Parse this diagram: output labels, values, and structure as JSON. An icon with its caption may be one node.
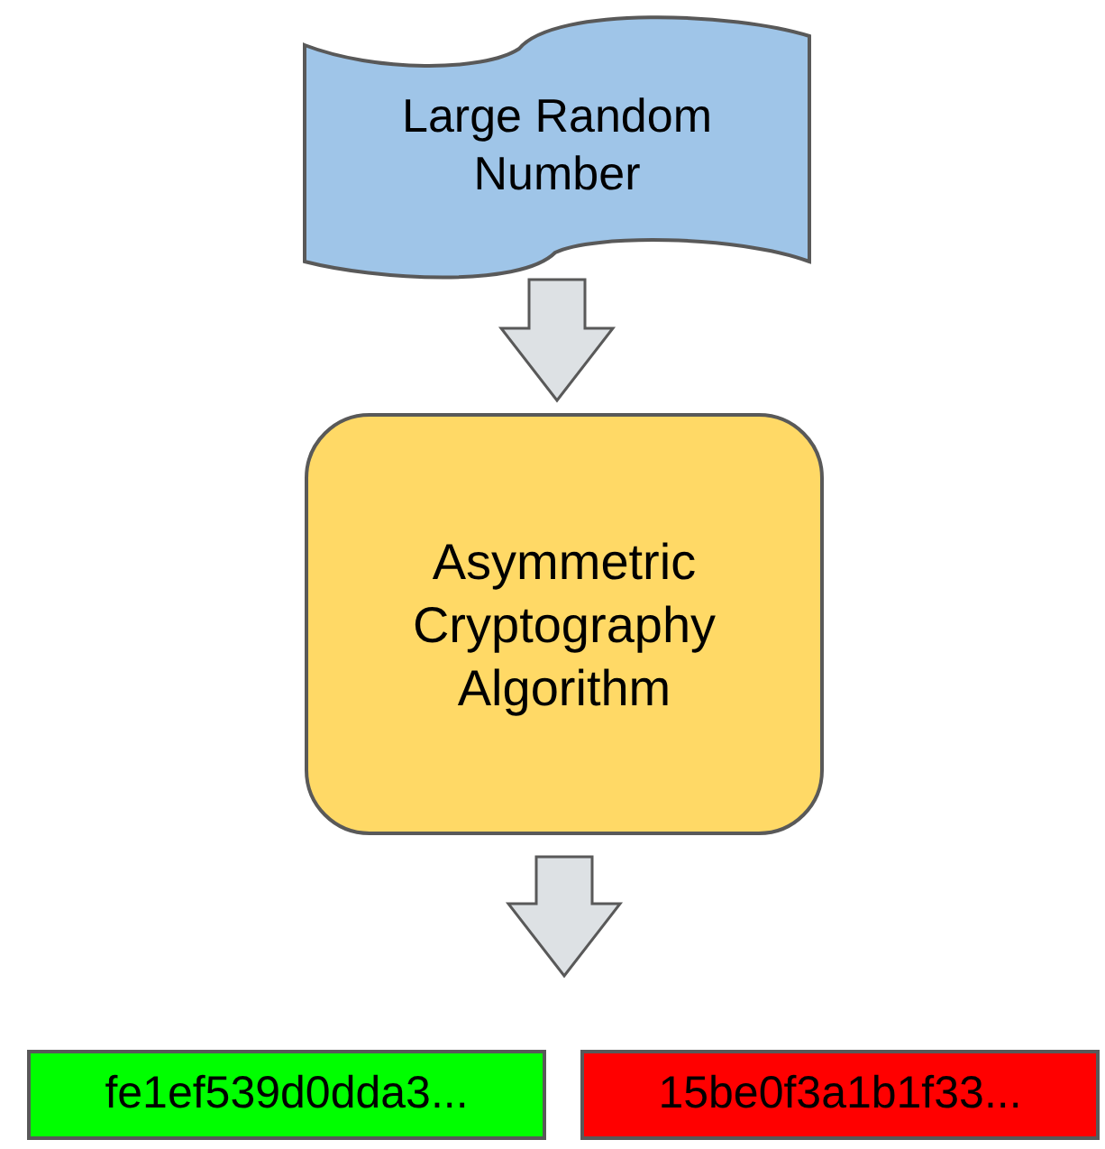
{
  "diagram": {
    "nodes": [
      {
        "text": [
          "Large Random Number"
        ]
      },
      {
        "text": [
          "Asymmetric Cryptography Algorithm"
        ]
      },
      {
        "text": [
          "fe1ef539d0dda3..."
        ]
      },
      {
        "text": [
          "15be0f3a1b1f33..."
        ]
      }
    ],
    "edges": [
      {
        "from": 0,
        "to": 1,
        "arrow": "to"
      },
      {
        "from": 1,
        "to": 2,
        "arrow": "to"
      },
      {
        "from": 1,
        "to": 3,
        "arrow": "to"
      }
    ]
  }
}
